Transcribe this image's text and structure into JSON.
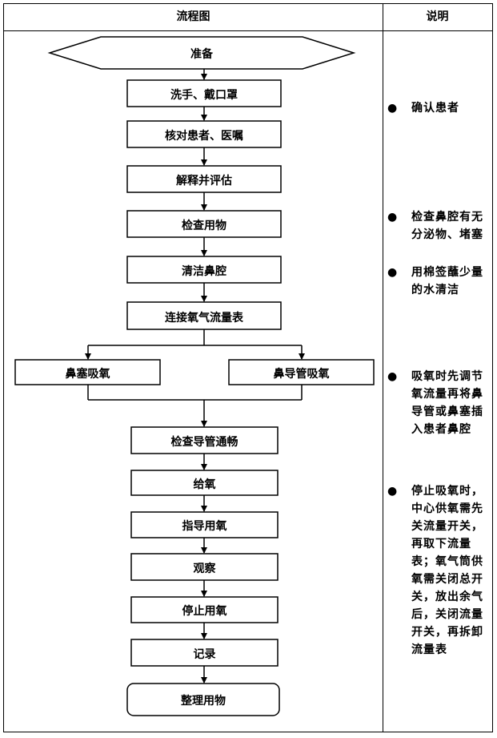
{
  "header": {
    "flow_title": "流程图",
    "notes_title": "说明"
  },
  "flow": {
    "prepare": "准备",
    "steps": [
      "洗手、戴口罩",
      "核对患者、医嘱",
      "解释并评估",
      "检查用物",
      "清洁鼻腔",
      "连接氧气流量表"
    ],
    "branch_left": "鼻塞吸氧",
    "branch_right": "鼻导管吸氧",
    "after_steps": [
      "检查导管通畅",
      "给氧",
      "指导用氧",
      "观察",
      "停止用氧",
      "记录"
    ],
    "end": "整理用物"
  },
  "notes": [
    {
      "bullet": "●",
      "text": "确认患者"
    },
    {
      "bullet": "●",
      "text": "检查鼻腔有无分泌物、堵塞"
    },
    {
      "bullet": "●",
      "text": "用棉签蘸少量的水清洁"
    },
    {
      "bullet": "●",
      "text": "吸氧时先调节氧流量再将鼻导管或鼻塞插入患者鼻腔"
    },
    {
      "bullet": "●",
      "text": "停止吸氧时，中心供氧需先关流量开关，再取下流量表；氧气筒供氧需关闭总开关，放出余气后，关闭流量开关，再拆卸流量表"
    }
  ]
}
